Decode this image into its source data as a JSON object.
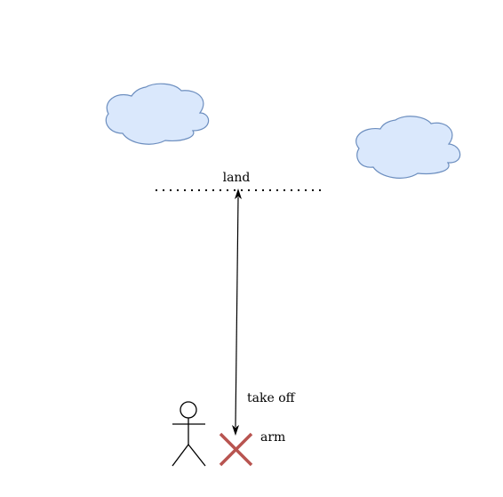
{
  "labels": {
    "land": "land",
    "take_off": "take off",
    "arm": "arm"
  },
  "colors": {
    "cloud_fill": "#dae8fc",
    "cloud_stroke": "#6c8ebf",
    "arm_marker": "#b85450",
    "line": "#000000",
    "background": "#ffffff"
  },
  "icons": {
    "actor": "stick-figure-icon",
    "arm_marker": "cross-x-icon"
  }
}
